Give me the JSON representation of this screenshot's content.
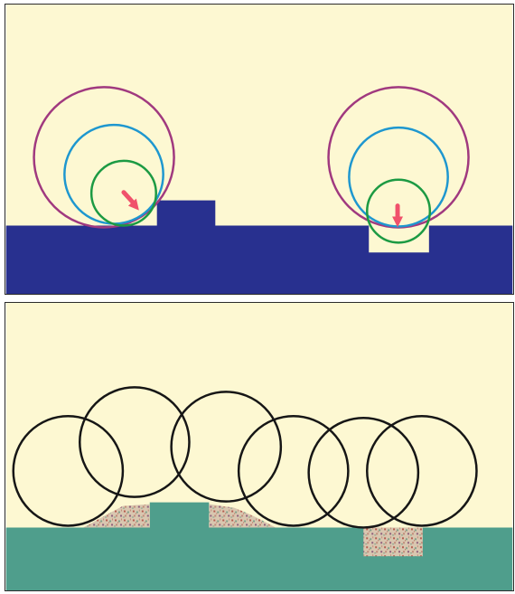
{
  "colors": {
    "background": "#fdf8d2",
    "ground_top": "#28308f",
    "ground_bottom": "#4f9e8c",
    "circle_large": "#a0397f",
    "circle_medium": "#1e97cf",
    "circle_small": "#1c9a43",
    "arrow": "#f0516b",
    "rolling_circle": "#161616",
    "debris": [
      "#b55a4e",
      "#7fa089",
      "#c08a78",
      "#8e5e7b",
      "#d9c7b0"
    ]
  },
  "panels": {
    "top": {
      "description_name": "wheel-obstacle-comparison",
      "left_case": "step-up",
      "right_case": "hole"
    },
    "bottom": {
      "description_name": "rolling-wheel-sequence",
      "wheel_count": 6
    }
  }
}
